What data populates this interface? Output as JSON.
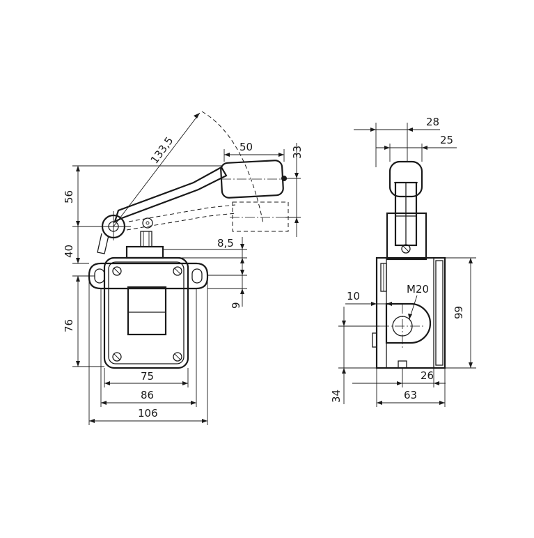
{
  "dimensions": {
    "radius": "133,5",
    "lever_width": "50",
    "roller_offset": "33",
    "lever_height": "56",
    "pivot_height": "40",
    "plunger_offset": "8,5",
    "foot_height": "9",
    "body_height_front": "76",
    "bolt_spacing": "75",
    "body_width": "86",
    "foot_width": "106",
    "roller_width": "28",
    "roller_inner": "25",
    "conduit_offset": "10",
    "conduit_thread": "M20",
    "body_height_side": "99",
    "conduit_center": "34",
    "side_offset": "26",
    "body_depth": "63"
  }
}
